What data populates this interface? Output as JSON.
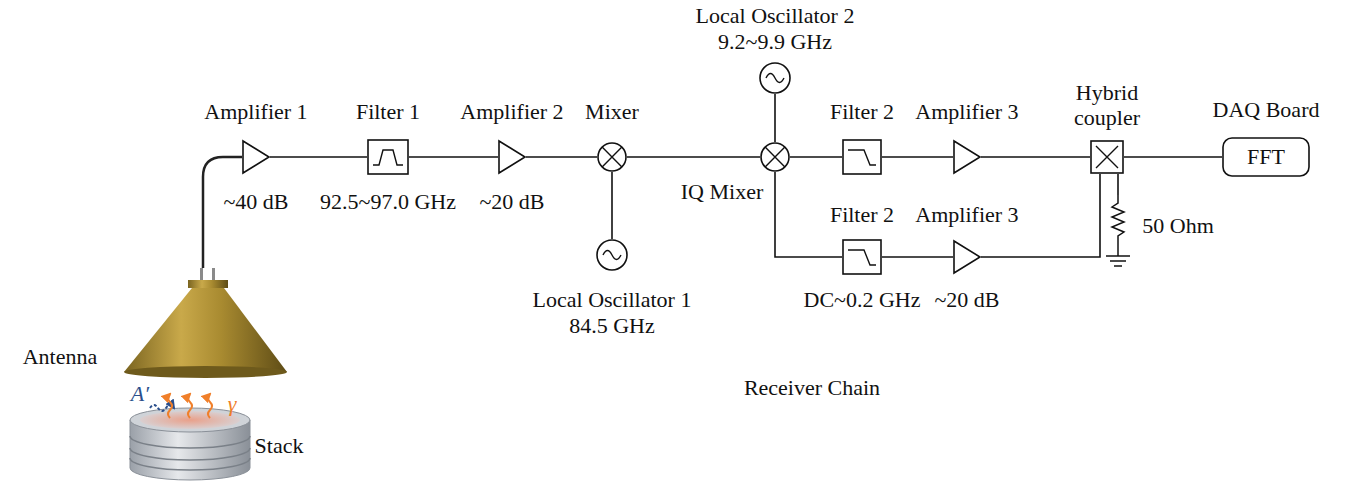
{
  "diagram": {
    "nodes": [
      {
        "text": [
          "Antenna"
        ]
      },
      {
        "text": [
          "Stack"
        ]
      },
      {
        "text": [
          "Amplifier 1",
          "~40 dB"
        ]
      },
      {
        "text": [
          "Filter 1",
          "92.5~97.0 GHz"
        ]
      },
      {
        "text": [
          "Amplifier 2",
          "~20 dB"
        ]
      },
      {
        "text": [
          "Mixer"
        ]
      },
      {
        "text": [
          "Local Oscillator 1",
          "84.5 GHz"
        ]
      },
      {
        "text": [
          "IQ Mixer"
        ]
      },
      {
        "text": [
          "Local Oscillator 2",
          "9.2~9.9 GHz"
        ]
      },
      {
        "text": [
          "Filter 2"
        ]
      },
      {
        "text": [
          "Amplifier 3"
        ]
      },
      {
        "text": [
          "Filter 2",
          "DC~0.2 GHz"
        ]
      },
      {
        "text": [
          "Amplifier 3",
          "~20 dB"
        ]
      },
      {
        "text": [
          "Hybrid coupler"
        ]
      },
      {
        "text": [
          "DAQ Board",
          "FFT"
        ]
      },
      {
        "text": [
          "50 Ohm"
        ]
      }
    ],
    "edges": [
      {
        "from": 0,
        "to": 2,
        "arrow": "none"
      },
      {
        "from": 2,
        "to": 3,
        "arrow": "none"
      },
      {
        "from": 3,
        "to": 4,
        "arrow": "none"
      },
      {
        "from": 4,
        "to": 5,
        "arrow": "none"
      },
      {
        "from": 6,
        "to": 5,
        "arrow": "none"
      },
      {
        "from": 5,
        "to": 7,
        "arrow": "none"
      },
      {
        "from": 8,
        "to": 7,
        "arrow": "none"
      },
      {
        "from": 7,
        "to": 9,
        "arrow": "none"
      },
      {
        "from": 7,
        "to": 11,
        "arrow": "none"
      },
      {
        "from": 9,
        "to": 10,
        "arrow": "none"
      },
      {
        "from": 11,
        "to": 12,
        "arrow": "none"
      },
      {
        "from": 10,
        "to": 13,
        "arrow": "none"
      },
      {
        "from": 12,
        "to": 13,
        "arrow": "none"
      },
      {
        "from": 13,
        "to": 14,
        "arrow": "none"
      },
      {
        "from": 13,
        "to": 15,
        "arrow": "none"
      }
    ],
    "labels": [
      "A′",
      "γ",
      "Receiver Chain"
    ]
  }
}
